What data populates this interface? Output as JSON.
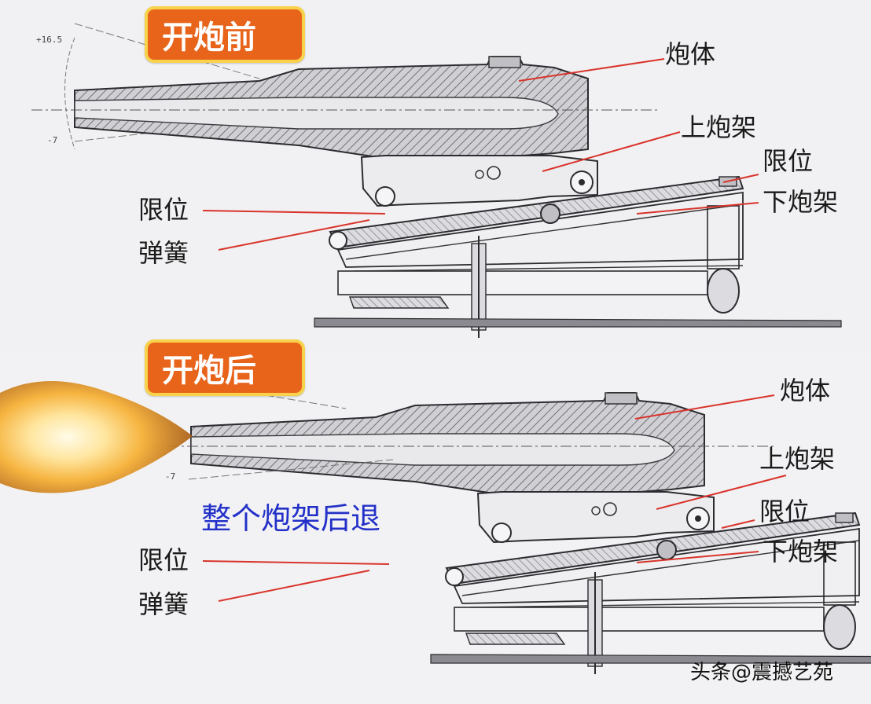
{
  "panels": {
    "before": {
      "badge": "开炮前",
      "angle_up": "+16.5",
      "angle_down": "-7",
      "labels": {
        "barrel": "炮体",
        "upper_carriage": "上炮架",
        "limit_right": "限位",
        "lower_carriage": "下炮架",
        "limit_left": "限位",
        "spring": "弹簧"
      }
    },
    "after": {
      "badge": "开炮后",
      "angle_down": "-7",
      "note": "整个炮架后退",
      "labels": {
        "barrel": "炮体",
        "upper_carriage": "上炮架",
        "limit_right": "限位",
        "lower_carriage": "下炮架",
        "limit_left": "限位",
        "spring": "弹簧"
      }
    }
  },
  "watermark": "头条@震撼艺苑",
  "colors": {
    "badge_fill": "#e8641b",
    "badge_border": "#f7d24a",
    "leader_line": "#d9342b",
    "note_text": "#2330c8",
    "muzzle_flash": "#f6b440"
  }
}
